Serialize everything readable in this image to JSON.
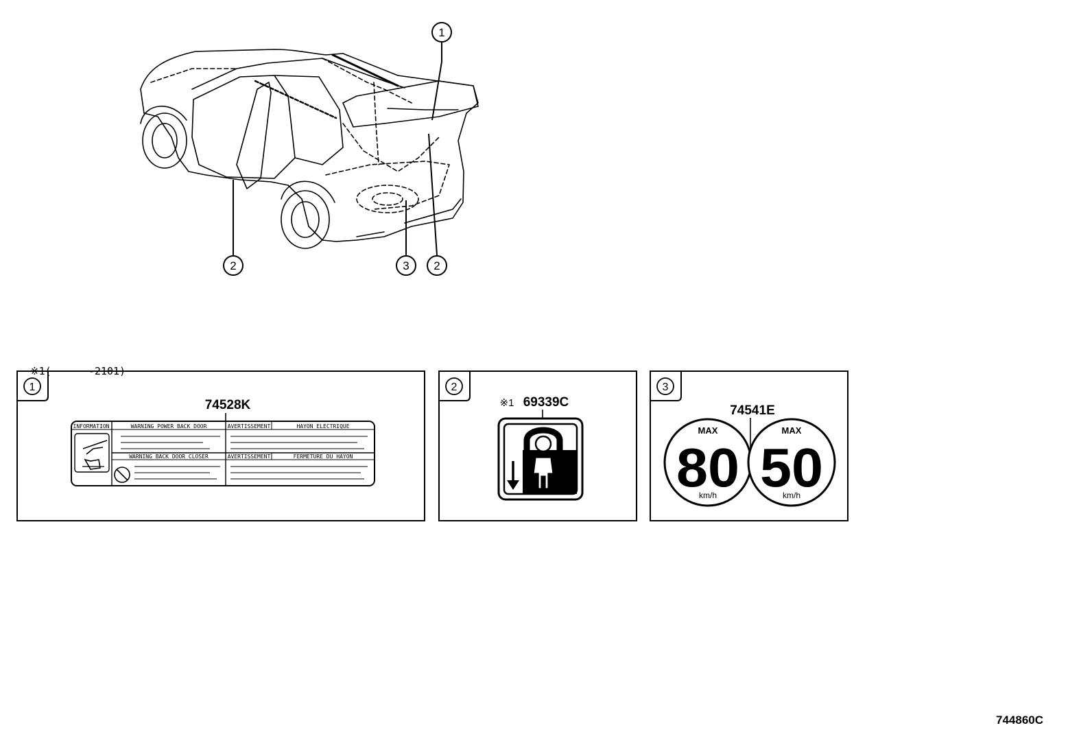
{
  "vehicle_view": {
    "callouts": [
      {
        "id": "1",
        "label": "1"
      },
      {
        "id": "2a",
        "label": "2"
      },
      {
        "id": "3",
        "label": "3"
      },
      {
        "id": "2b",
        "label": "2"
      }
    ]
  },
  "note": {
    "symbol": "※1",
    "text": "(      -2101)"
  },
  "panels": [
    {
      "number": "1",
      "part_number": "74528K",
      "label_headings": [
        "INFORMATION",
        "WARNING POWER BACK DOOR",
        "AVERTISSEMENT",
        "HAYON ELECTRIQUE",
        "WARNING BACK DOOR CLOSER",
        "AVERTISSEMENT",
        "FERMETURE DU HAYON"
      ]
    },
    {
      "number": "2",
      "note_symbol": "※1",
      "part_number": "69339C",
      "icon": "child-lock-icon"
    },
    {
      "number": "3",
      "part_number": "74541E",
      "signs": [
        {
          "max_label": "MAX",
          "value": "80",
          "unit": "km/h"
        },
        {
          "max_label": "MAX",
          "value": "50",
          "unit": "km/h"
        }
      ]
    }
  ],
  "diagram_code": "744860C",
  "colors": {
    "ink": "#000000",
    "paper": "#ffffff"
  }
}
